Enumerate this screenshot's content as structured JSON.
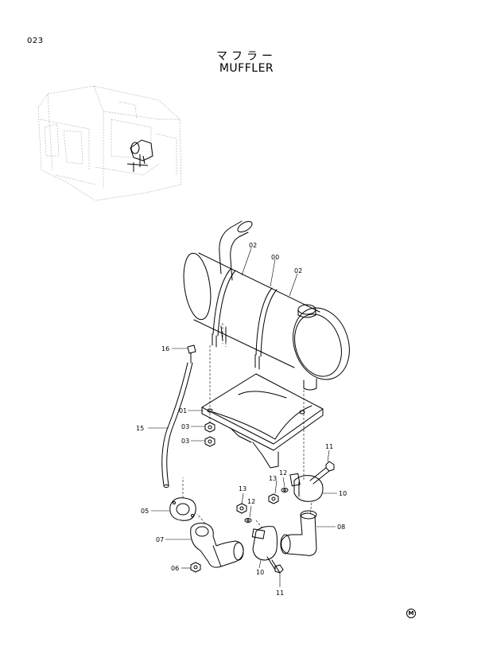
{
  "header": {
    "page_number": "023",
    "title_jp": "マフラー",
    "title_en": "MUFFLER"
  },
  "callouts": [
    {
      "id": "c-02a",
      "text": "02"
    },
    {
      "id": "c-00",
      "text": "00"
    },
    {
      "id": "c-02b",
      "text": "02"
    },
    {
      "id": "c-16",
      "text": "16"
    },
    {
      "id": "c-01",
      "text": "01"
    },
    {
      "id": "c-15",
      "text": "15"
    },
    {
      "id": "c-03a",
      "text": "03"
    },
    {
      "id": "c-03b",
      "text": "03"
    },
    {
      "id": "c-11a",
      "text": "11"
    },
    {
      "id": "c-12a",
      "text": "12"
    },
    {
      "id": "c-13a",
      "text": "13"
    },
    {
      "id": "c-10a",
      "text": "10"
    },
    {
      "id": "c-13b",
      "text": "13"
    },
    {
      "id": "c-12b",
      "text": "12"
    },
    {
      "id": "c-05",
      "text": "05"
    },
    {
      "id": "c-08",
      "text": "08"
    },
    {
      "id": "c-07",
      "text": "07"
    },
    {
      "id": "c-06",
      "text": "06"
    },
    {
      "id": "c-10b",
      "text": "10"
    },
    {
      "id": "c-11b",
      "text": "11"
    }
  ],
  "footer_mark": "M"
}
